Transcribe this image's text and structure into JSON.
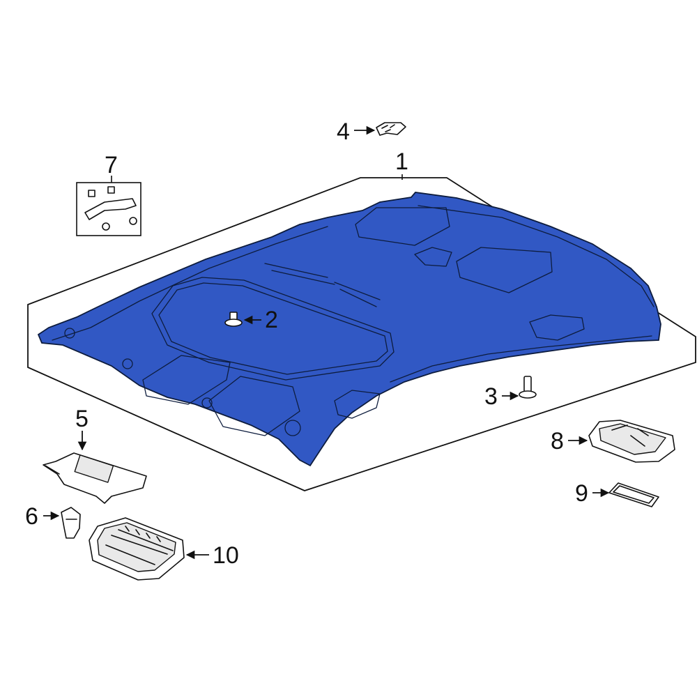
{
  "diagram": {
    "callouts": [
      {
        "id": "1",
        "label": "1"
      },
      {
        "id": "2",
        "label": "2"
      },
      {
        "id": "3",
        "label": "3"
      },
      {
        "id": "4",
        "label": "4"
      },
      {
        "id": "5",
        "label": "5"
      },
      {
        "id": "6",
        "label": "6"
      },
      {
        "id": "7",
        "label": "7"
      },
      {
        "id": "8",
        "label": "8"
      },
      {
        "id": "9",
        "label": "9"
      },
      {
        "id": "10",
        "label": "10"
      }
    ],
    "colors": {
      "highlight": "#3158c4",
      "line": "#111111",
      "background": "#ffffff"
    }
  }
}
